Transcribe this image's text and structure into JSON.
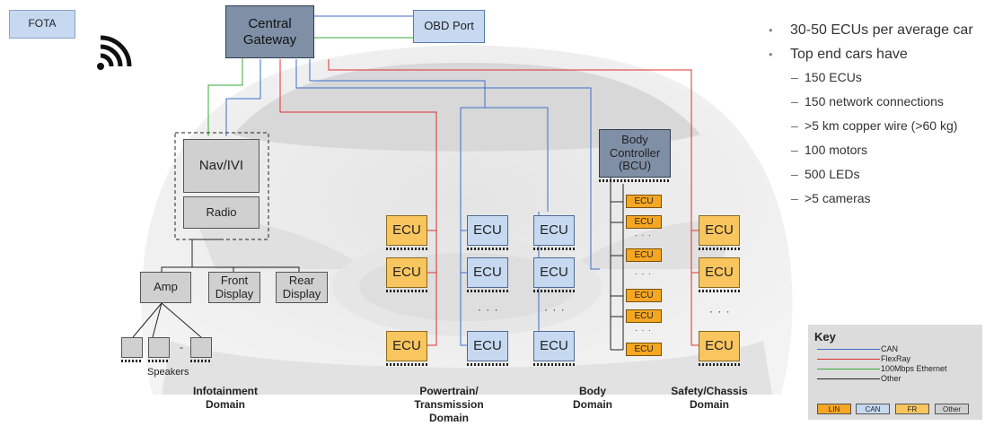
{
  "fota": {
    "label": "FOTA"
  },
  "gateway": {
    "label": "Central Gateway",
    "line1": "Central",
    "line2": "Gateway"
  },
  "obd": {
    "label": "OBD Port"
  },
  "infotainment": {
    "nav": "Nav/IVI",
    "radio": "Radio",
    "amp": "Amp",
    "front_display": [
      "Front",
      "Display"
    ],
    "rear_display": [
      "Rear",
      "Display"
    ],
    "speakers_label": "Speakers",
    "speaker_gap": "-",
    "domain": [
      "Infotainment",
      "Domain"
    ]
  },
  "ecu_label": "ECU",
  "bcu": {
    "lines": [
      "Body",
      "Controller",
      "(BCU)"
    ]
  },
  "domains": {
    "powertrain": [
      "Powertrain/",
      "Transmission",
      "Domain"
    ],
    "body": [
      "Body",
      "Domain"
    ],
    "safety": [
      "Safety/Chassis",
      "Domain"
    ]
  },
  "ellipsis": "· · ·",
  "bullets": [
    {
      "text": "30-50 ECUs per average car",
      "sub": false
    },
    {
      "text": "Top end cars have",
      "sub": false
    },
    {
      "text": "150 ECUs",
      "sub": true
    },
    {
      "text": "150 network connections",
      "sub": true
    },
    {
      "text": ">5 km copper wire (>60 kg)",
      "sub": true
    },
    {
      "text": "100 motors",
      "sub": true
    },
    {
      "text": "500 LEDs",
      "sub": true
    },
    {
      "text": ">5 cameras",
      "sub": true
    }
  ],
  "key": {
    "title": "Key",
    "lines": [
      {
        "label": "CAN",
        "color": "#3b6fc9"
      },
      {
        "label": "FlexRay",
        "color": "#e03030"
      },
      {
        "label": "100Mbps Ethernet",
        "color": "#3aa83a"
      },
      {
        "label": "Other",
        "color": "#222222"
      }
    ],
    "swatches": [
      {
        "label": "LIN",
        "color": "#f5a623"
      },
      {
        "label": "CAN",
        "color": "#c6d9f1"
      },
      {
        "label": "FR",
        "color": "#f9c55e"
      },
      {
        "label": "Other",
        "color": "#d0d0d0"
      }
    ]
  },
  "colors": {
    "can": "#3b6fc9",
    "flexray": "#e03030",
    "ethernet": "#3aa83a",
    "other": "#222222"
  },
  "icons": {
    "fota": "wireless-signal-icon",
    "background": "car-front-illustration"
  }
}
